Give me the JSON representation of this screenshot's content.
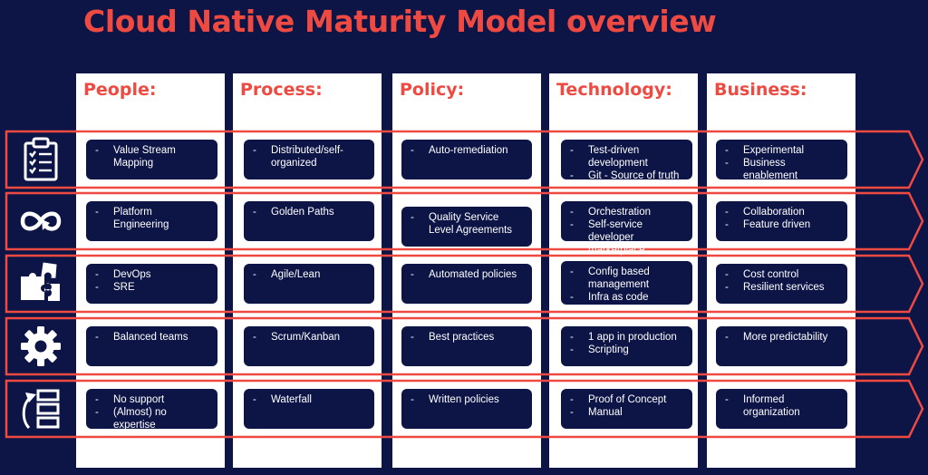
{
  "title": "Cloud Native Maturity Model overview",
  "colors": {
    "accent": "#ef4a41",
    "navy": "#0d1547",
    "card": "#ffffff"
  },
  "columns": [
    {
      "label": "People:"
    },
    {
      "label": "Process:"
    },
    {
      "label": "Policy:"
    },
    {
      "label": "Technology:"
    },
    {
      "label": "Business:"
    }
  ],
  "rows": [
    {
      "icon": "clipboard-checklist-icon",
      "cells": [
        [
          "Value Stream Mapping"
        ],
        [
          "Distributed/self-organized"
        ],
        [
          "Auto-remediation"
        ],
        [
          "Test-driven development",
          "Git - Source of truth"
        ],
        [
          "Experimental",
          "Business enablement"
        ]
      ]
    },
    {
      "icon": "infinity-loop-icon",
      "cells": [
        [
          "Platform Engineering"
        ],
        [
          "Golden Paths"
        ],
        [
          "Quality Service Level Agreements"
        ],
        [
          "Orchestration",
          "Self-service developer marketplace"
        ],
        [
          "Collaboration",
          "Feature driven"
        ]
      ]
    },
    {
      "icon": "puzzle-pieces-icon",
      "cells": [
        [
          "DevOps",
          "SRE"
        ],
        [
          "Agile/Lean"
        ],
        [
          "Automated policies"
        ],
        [
          "Config based management",
          "Infra as code"
        ],
        [
          "Cost control",
          "Resilient services"
        ]
      ]
    },
    {
      "icon": "gear-icon",
      "cells": [
        [
          "Balanced teams"
        ],
        [
          "Scrum/Kanban"
        ],
        [
          "Best practices"
        ],
        [
          "1 app in production",
          "Scripting"
        ],
        [
          "More predictability"
        ]
      ]
    },
    {
      "icon": "rotate-list-icon",
      "cells": [
        [
          "No support",
          "(Almost) no expertise"
        ],
        [
          "Waterfall"
        ],
        [
          "Written policies"
        ],
        [
          "Proof of Concept",
          "Manual"
        ],
        [
          "Informed organization"
        ]
      ]
    }
  ]
}
